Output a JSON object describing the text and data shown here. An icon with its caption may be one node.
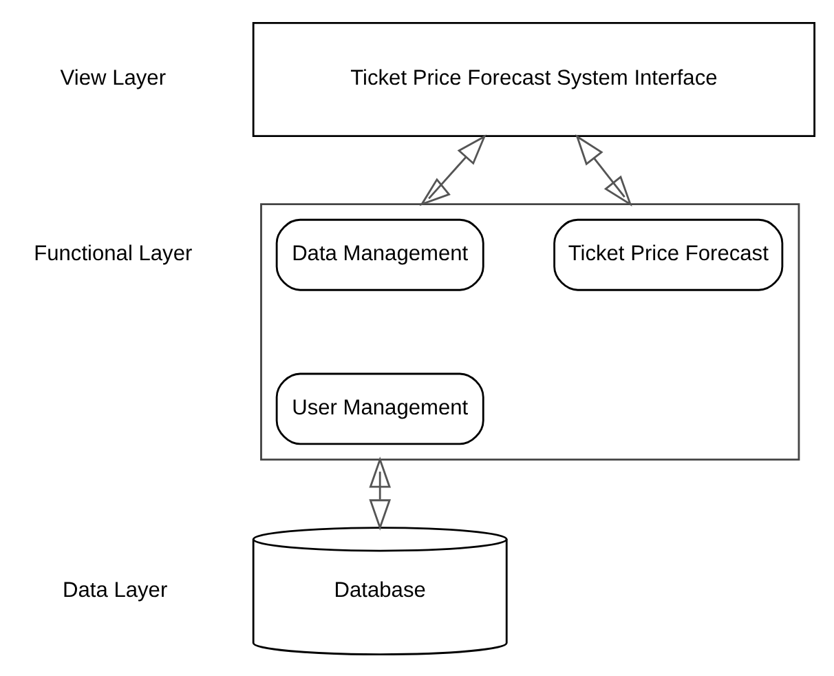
{
  "diagram": {
    "nodes": [
      {
        "text": [
          "Ticket Price Forecast System Interface"
        ]
      },
      {
        "text": [],
        "shape": "box"
      },
      {
        "text": [
          "Data Management"
        ],
        "in": 1
      },
      {
        "text": [
          "Ticket Price Forecast"
        ],
        "in": 1
      },
      {
        "text": [
          "User Management"
        ],
        "in": 1
      },
      {
        "text": [
          "Database"
        ]
      }
    ],
    "labels": [
      "View Layer",
      "Functional Layer",
      "Data Layer"
    ],
    "edges": [
      {
        "from": 0,
        "to": 1,
        "arrow": "both"
      },
      {
        "from": 0,
        "to": 1,
        "arrow": "both"
      },
      {
        "from": 1,
        "to": 5,
        "arrow": "both"
      }
    ]
  }
}
